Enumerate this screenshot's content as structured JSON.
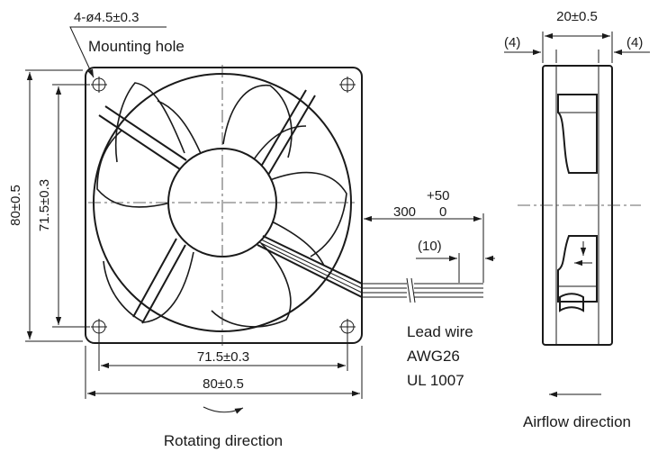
{
  "front_view": {
    "mounting_hole_spec": "4-ø4.5±0.3",
    "mounting_hole_label": "Mounting hole",
    "width_outer": "80±0.5",
    "width_holes": "71.5±0.3",
    "height_outer": "80±0.5",
    "height_holes": "71.5±0.3",
    "rotating_direction_label": "Rotating direction"
  },
  "lead_wire": {
    "tolerance_plus": "+50",
    "length": "300",
    "tolerance_minus": "0",
    "strip_length": "(10)",
    "label": "Lead wire",
    "gauge": "AWG26",
    "standard": "UL 1007"
  },
  "side_view": {
    "depth": "20±0.5",
    "flange_left": "(4)",
    "flange_right": "(4)",
    "airflow_label": "Airflow direction"
  }
}
